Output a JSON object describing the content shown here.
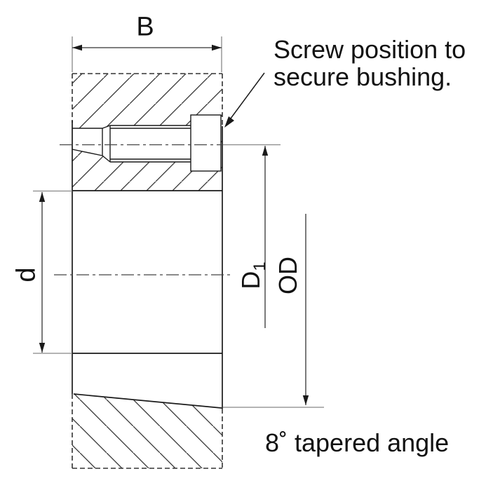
{
  "labels": {
    "width_dim": "B",
    "bore_dim": "d",
    "d1_base": "D",
    "d1_sub": "1",
    "outer_dim": "OD"
  },
  "annotations": {
    "screw_note_line1": "Screw position to",
    "screw_note_line2": "secure bushing.",
    "taper_note": "8˚ tapered angle"
  },
  "colors": {
    "object_line": "#1a1a1a",
    "dashed_line": "#333333",
    "extension_line": "#888888",
    "background": "#ffffff"
  }
}
